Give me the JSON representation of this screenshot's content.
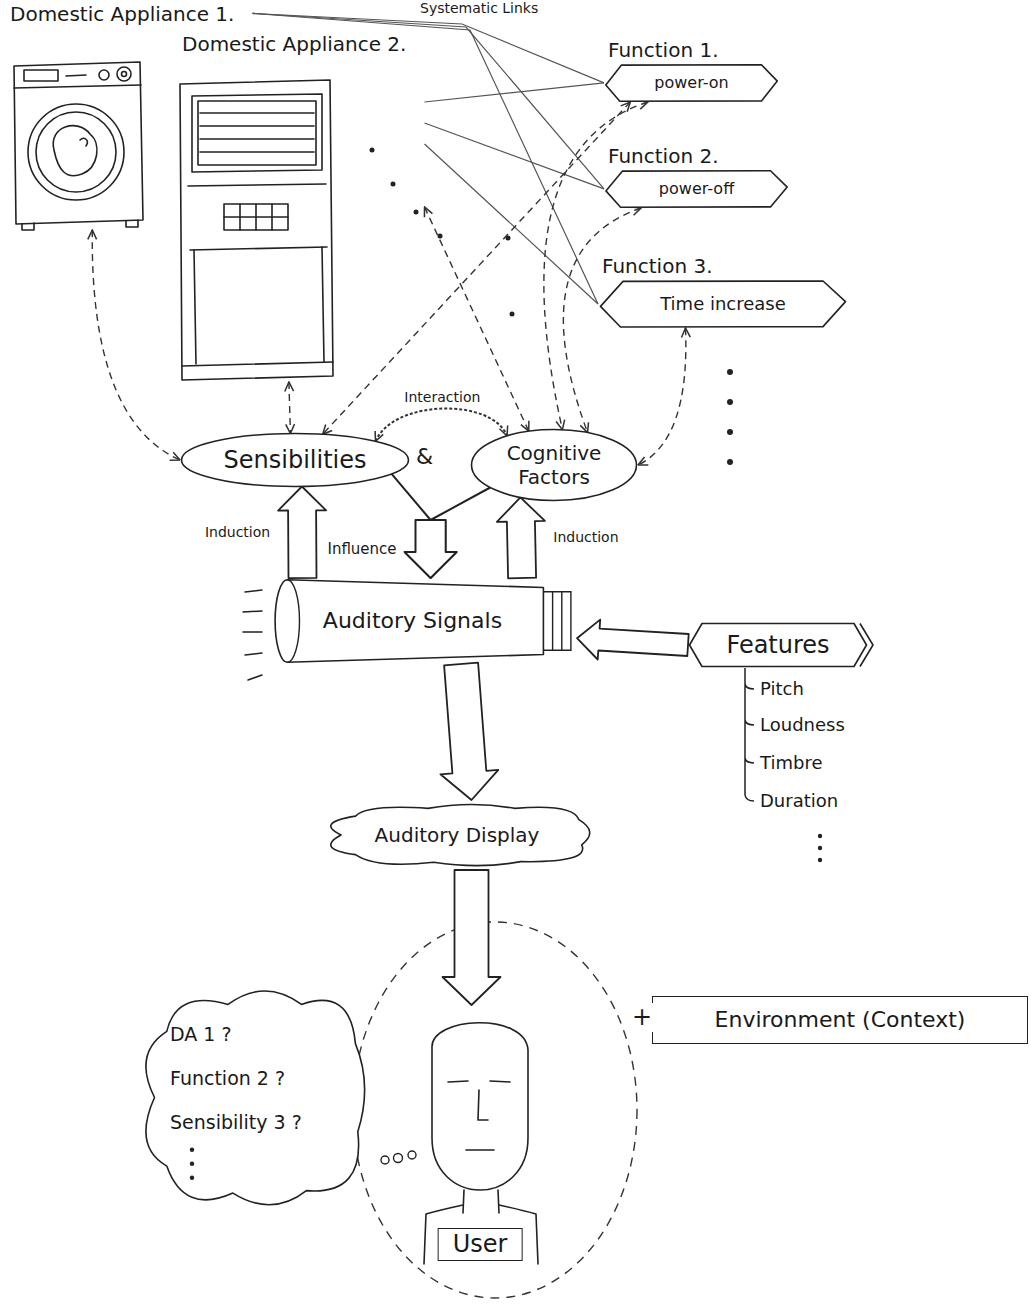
{
  "diagram": {
    "nodes": [
      {
        "text": [
          "Domestic Appliance 1."
        ]
      },
      {
        "text": [
          "Domestic Appliance 2."
        ]
      },
      {
        "text": [
          "Function 1.",
          "power-on"
        ]
      },
      {
        "text": [
          "Function 2.",
          "power-off"
        ]
      },
      {
        "text": [
          "Function 3.",
          "Time increase"
        ]
      },
      {
        "text": [
          "Sensibilities"
        ]
      },
      {
        "text": [
          "Cognitive Factors"
        ]
      },
      {
        "text": [
          "Auditory Signals"
        ]
      },
      {
        "text": [
          "Features"
        ]
      },
      {
        "text": [
          "Auditory Display"
        ]
      },
      {
        "text": [
          "DA 1 ?",
          "Function 2 ?",
          "Sensibility 3 ?"
        ]
      },
      {
        "text": [
          "User"
        ]
      },
      {
        "text": [
          "Environment (Context)"
        ]
      }
    ],
    "edges": [
      {
        "from": 0,
        "to": 2,
        "arrow": "none"
      },
      {
        "from": 0,
        "to": 3,
        "arrow": "none"
      },
      {
        "from": 0,
        "to": 4,
        "arrow": "none"
      },
      {
        "from": 1,
        "to": 2,
        "arrow": "none"
      },
      {
        "from": 1,
        "to": 3,
        "arrow": "none"
      },
      {
        "from": 1,
        "to": 4,
        "arrow": "none"
      },
      {
        "from": 0,
        "to": 5,
        "arrow": "both"
      },
      {
        "from": 1,
        "to": 5,
        "arrow": "both"
      },
      {
        "from": 1,
        "to": 6,
        "arrow": "both"
      },
      {
        "from": 2,
        "to": 5,
        "arrow": "both"
      },
      {
        "from": 2,
        "to": 6,
        "arrow": "both"
      },
      {
        "from": 3,
        "to": 6,
        "arrow": "both"
      },
      {
        "from": 4,
        "to": 6,
        "arrow": "both"
      },
      {
        "from": 5,
        "to": 6,
        "label": "Interaction",
        "arrow": "both"
      },
      {
        "from": 7,
        "to": 5,
        "label": "Induction",
        "arrow": "to"
      },
      {
        "from": 7,
        "to": 6,
        "label": "Induction",
        "arrow": "to"
      },
      {
        "from": 5,
        "to": 7,
        "label": "Influence",
        "arrow": "to"
      },
      {
        "from": 6,
        "to": 7,
        "arrow": "to"
      },
      {
        "from": 8,
        "to": 7,
        "arrow": "to"
      },
      {
        "from": 7,
        "to": 9,
        "arrow": "to"
      },
      {
        "from": 9,
        "to": 11,
        "arrow": "to"
      }
    ],
    "labels": [
      "Systematic Links",
      "&",
      "Pitch",
      "Loudness",
      "Timbre",
      "Duration",
      "+"
    ]
  }
}
